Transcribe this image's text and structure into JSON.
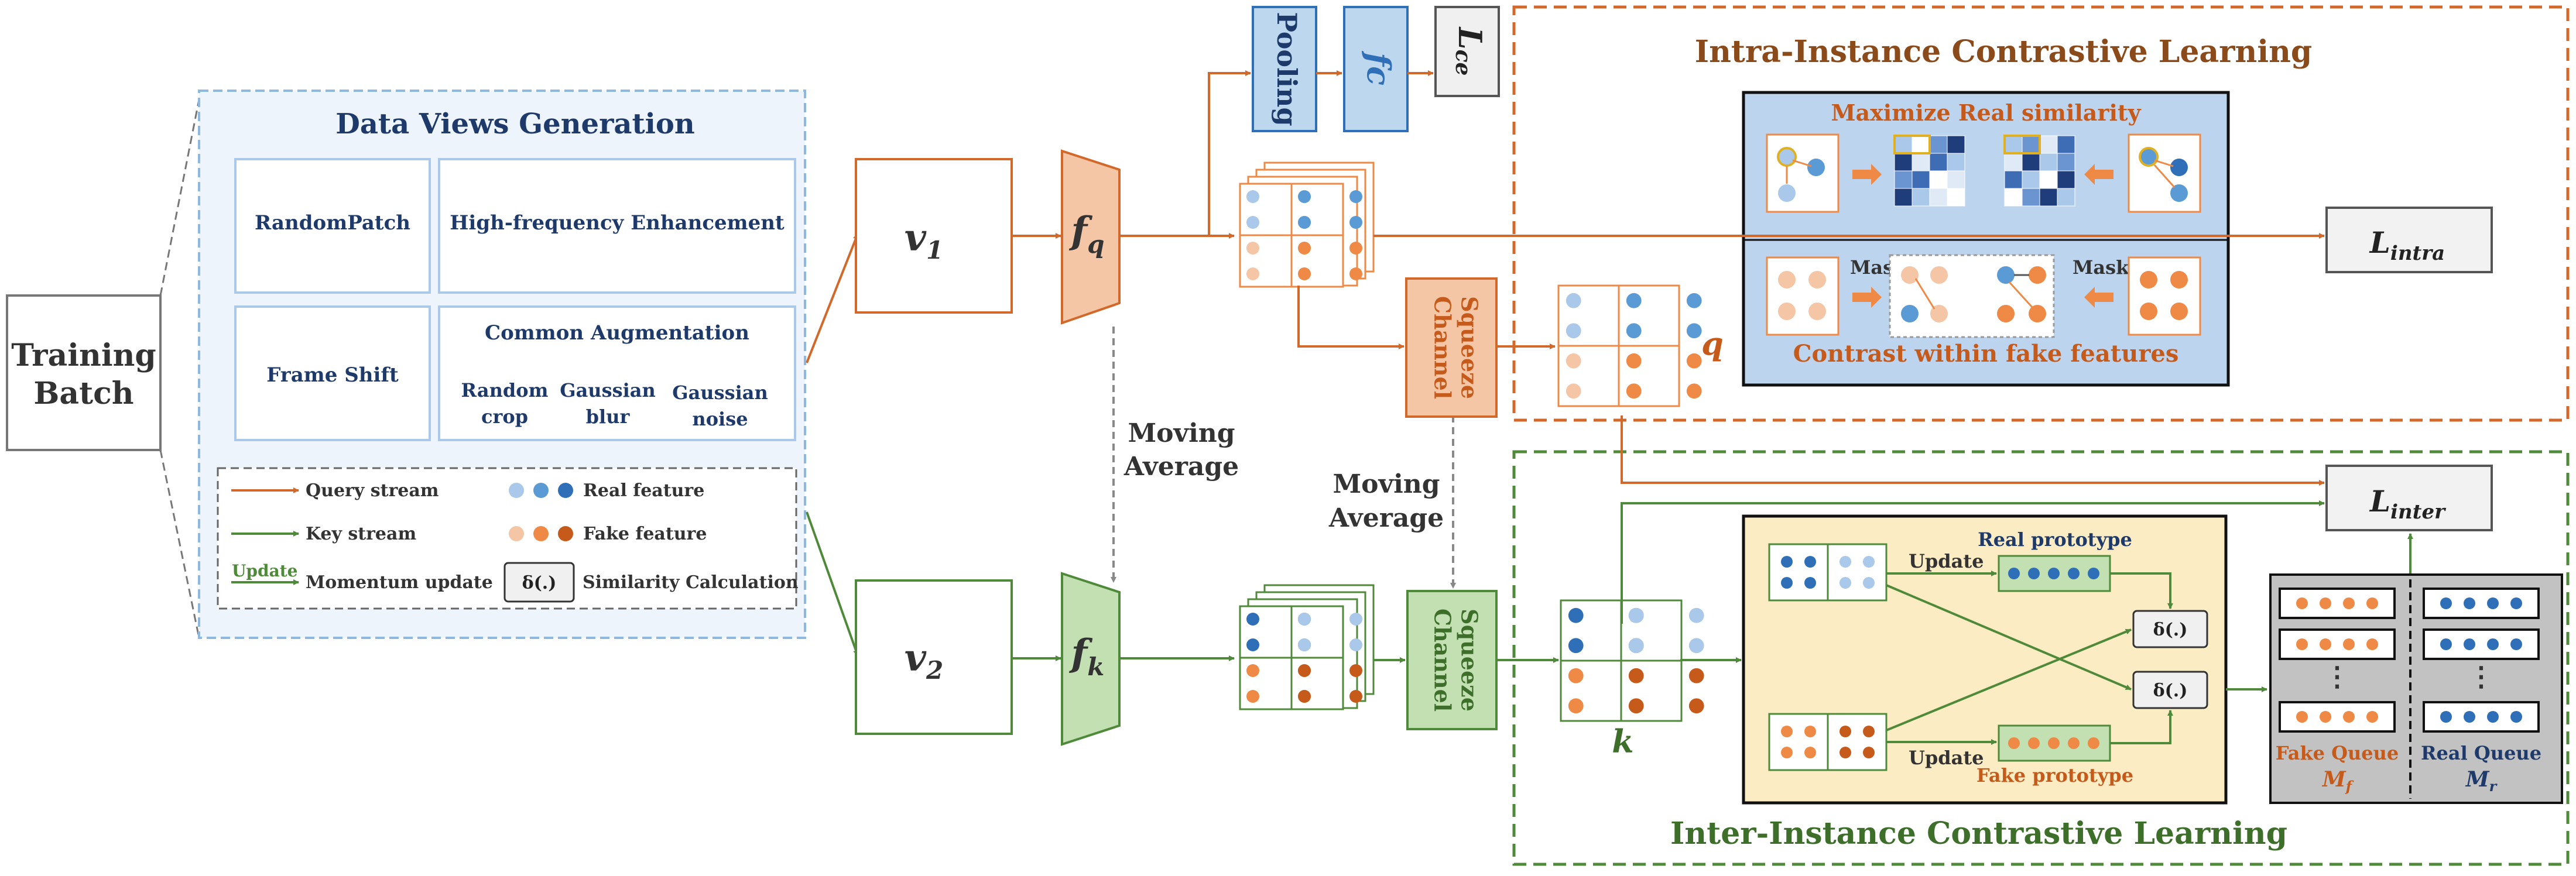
{
  "training_batch": [
    "Training",
    "Batch"
  ],
  "data_views": {
    "title": "Data Views Generation",
    "random_patch": "RandomPatch",
    "high_freq": "High-frequency Enhancement",
    "frame_shift": "Frame Shift",
    "common_aug": "Common Augmentation",
    "random_crop": [
      "Random",
      "crop"
    ],
    "gaussian_blur": [
      "Gaussian",
      "blur"
    ],
    "gaussian_noise": [
      "Gaussian",
      "noise"
    ]
  },
  "legend": {
    "query_stream": "Query stream",
    "key_stream": "Key stream",
    "update_tag": "Update",
    "momentum_update": "Momentum update",
    "real_feature": "Real feature",
    "fake_feature": "Fake feature",
    "similarity_symbol": "δ(.)",
    "similarity_calc": "Similarity Calculation"
  },
  "views": {
    "v1": "v",
    "v1_sub": "1",
    "v2": "v",
    "v2_sub": "2"
  },
  "encoders": {
    "fq": "f",
    "fq_sub": "q",
    "fk": "f",
    "fk_sub": "k"
  },
  "moving_average": [
    "Moving",
    "Average"
  ],
  "pooling": "Pooling",
  "fc": "fc",
  "lce": "L",
  "lce_sub": "ce",
  "channel_squeeze": [
    "Channel",
    "Squeeze"
  ],
  "q_label": "q",
  "k_label": "k",
  "intra": {
    "title": "Intra-Instance Contrastive Learning",
    "maximize": "Maximize Real similarity",
    "contrast": "Contrast within fake features",
    "mask": "Mask",
    "loss": "L",
    "loss_sub": "intra"
  },
  "inter": {
    "title": "Inter-Instance Contrastive Learning",
    "real_prototype": "Real prototype",
    "fake_prototype": "Fake prototype",
    "update": "Update",
    "delta": "δ(.)",
    "loss": "L",
    "loss_sub": "inter"
  },
  "queues": {
    "fake_label": "Fake Queue",
    "fake_sym": "M",
    "fake_sub": "f",
    "real_label": "Real Queue",
    "real_sym": "M",
    "real_sub": "r",
    "dots": "⋮"
  },
  "colors": {
    "orange": "#d2692a",
    "green": "#4f8a3a",
    "navy": "#1e3a6b",
    "light_blue": "#a9c8ea",
    "mid_blue": "#5b9bd5",
    "dark_blue": "#2e6fb7",
    "light_orange": "#f5c6a5",
    "mid_orange": "#ee8a45",
    "dark_orange": "#c65a1b"
  }
}
